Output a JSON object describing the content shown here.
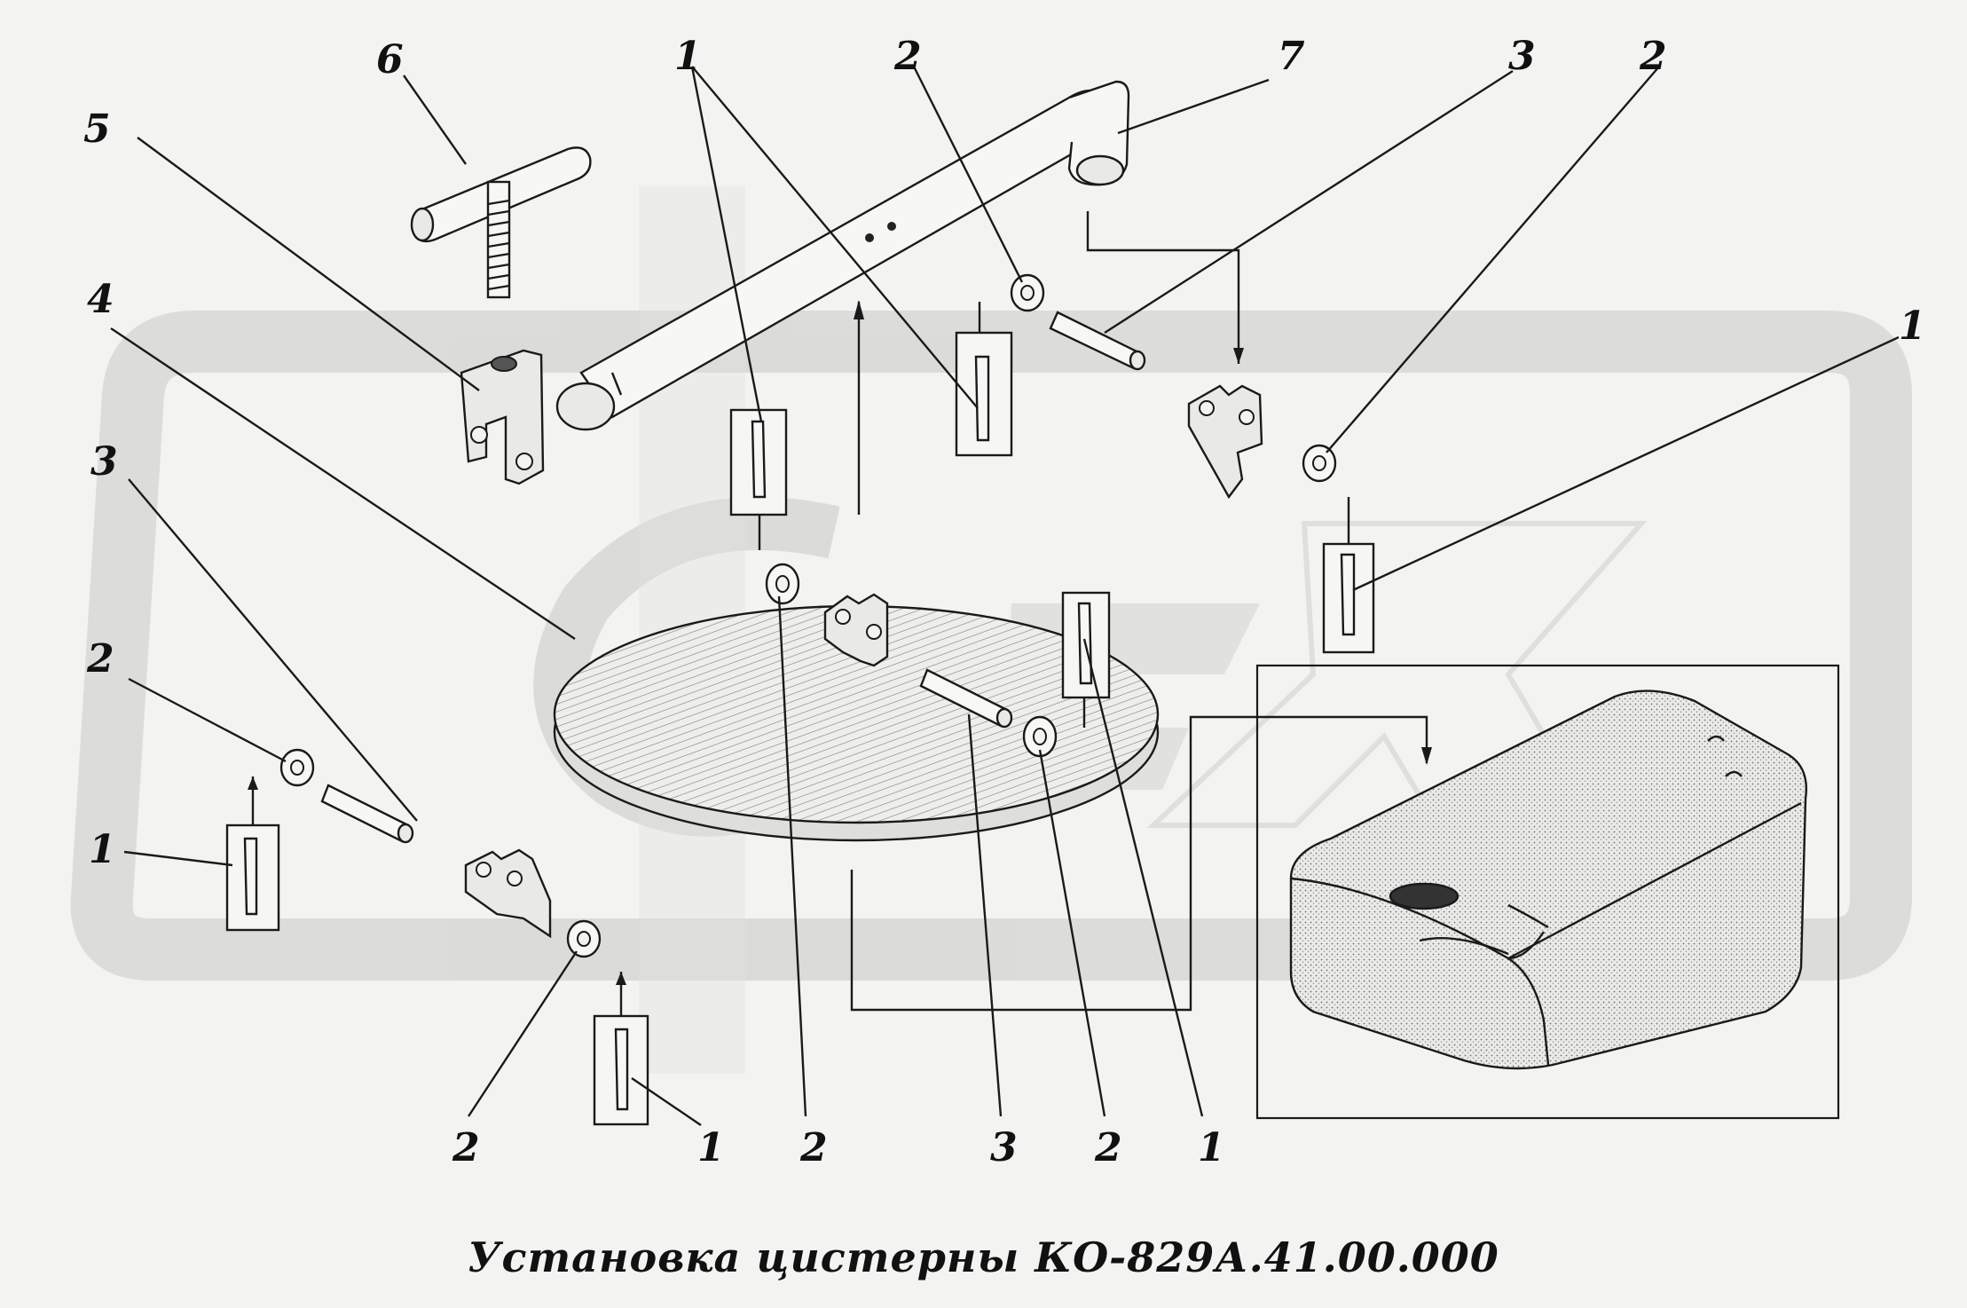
{
  "title": "Установка цистерны КО-829А.41.00.000",
  "callouts": {
    "c6": "6",
    "c5": "5",
    "c4": "4",
    "c3_left": "3",
    "c2_left": "2",
    "c1_left": "1",
    "c1_top": "1",
    "c2_top": "2",
    "c7": "7",
    "c3_top": "3",
    "c2_top_right": "2",
    "c1_right": "1",
    "c2_bottom_a": "2",
    "c1_bottom_a": "1",
    "c2_bottom_b": "2",
    "c3_bottom": "3",
    "c2_bottom_c": "2",
    "c1_bottom_b": "1"
  },
  "colors": {
    "background": "#f3f3f1",
    "linework": "#1a1a1a",
    "watermark": "#c9c9c7"
  }
}
